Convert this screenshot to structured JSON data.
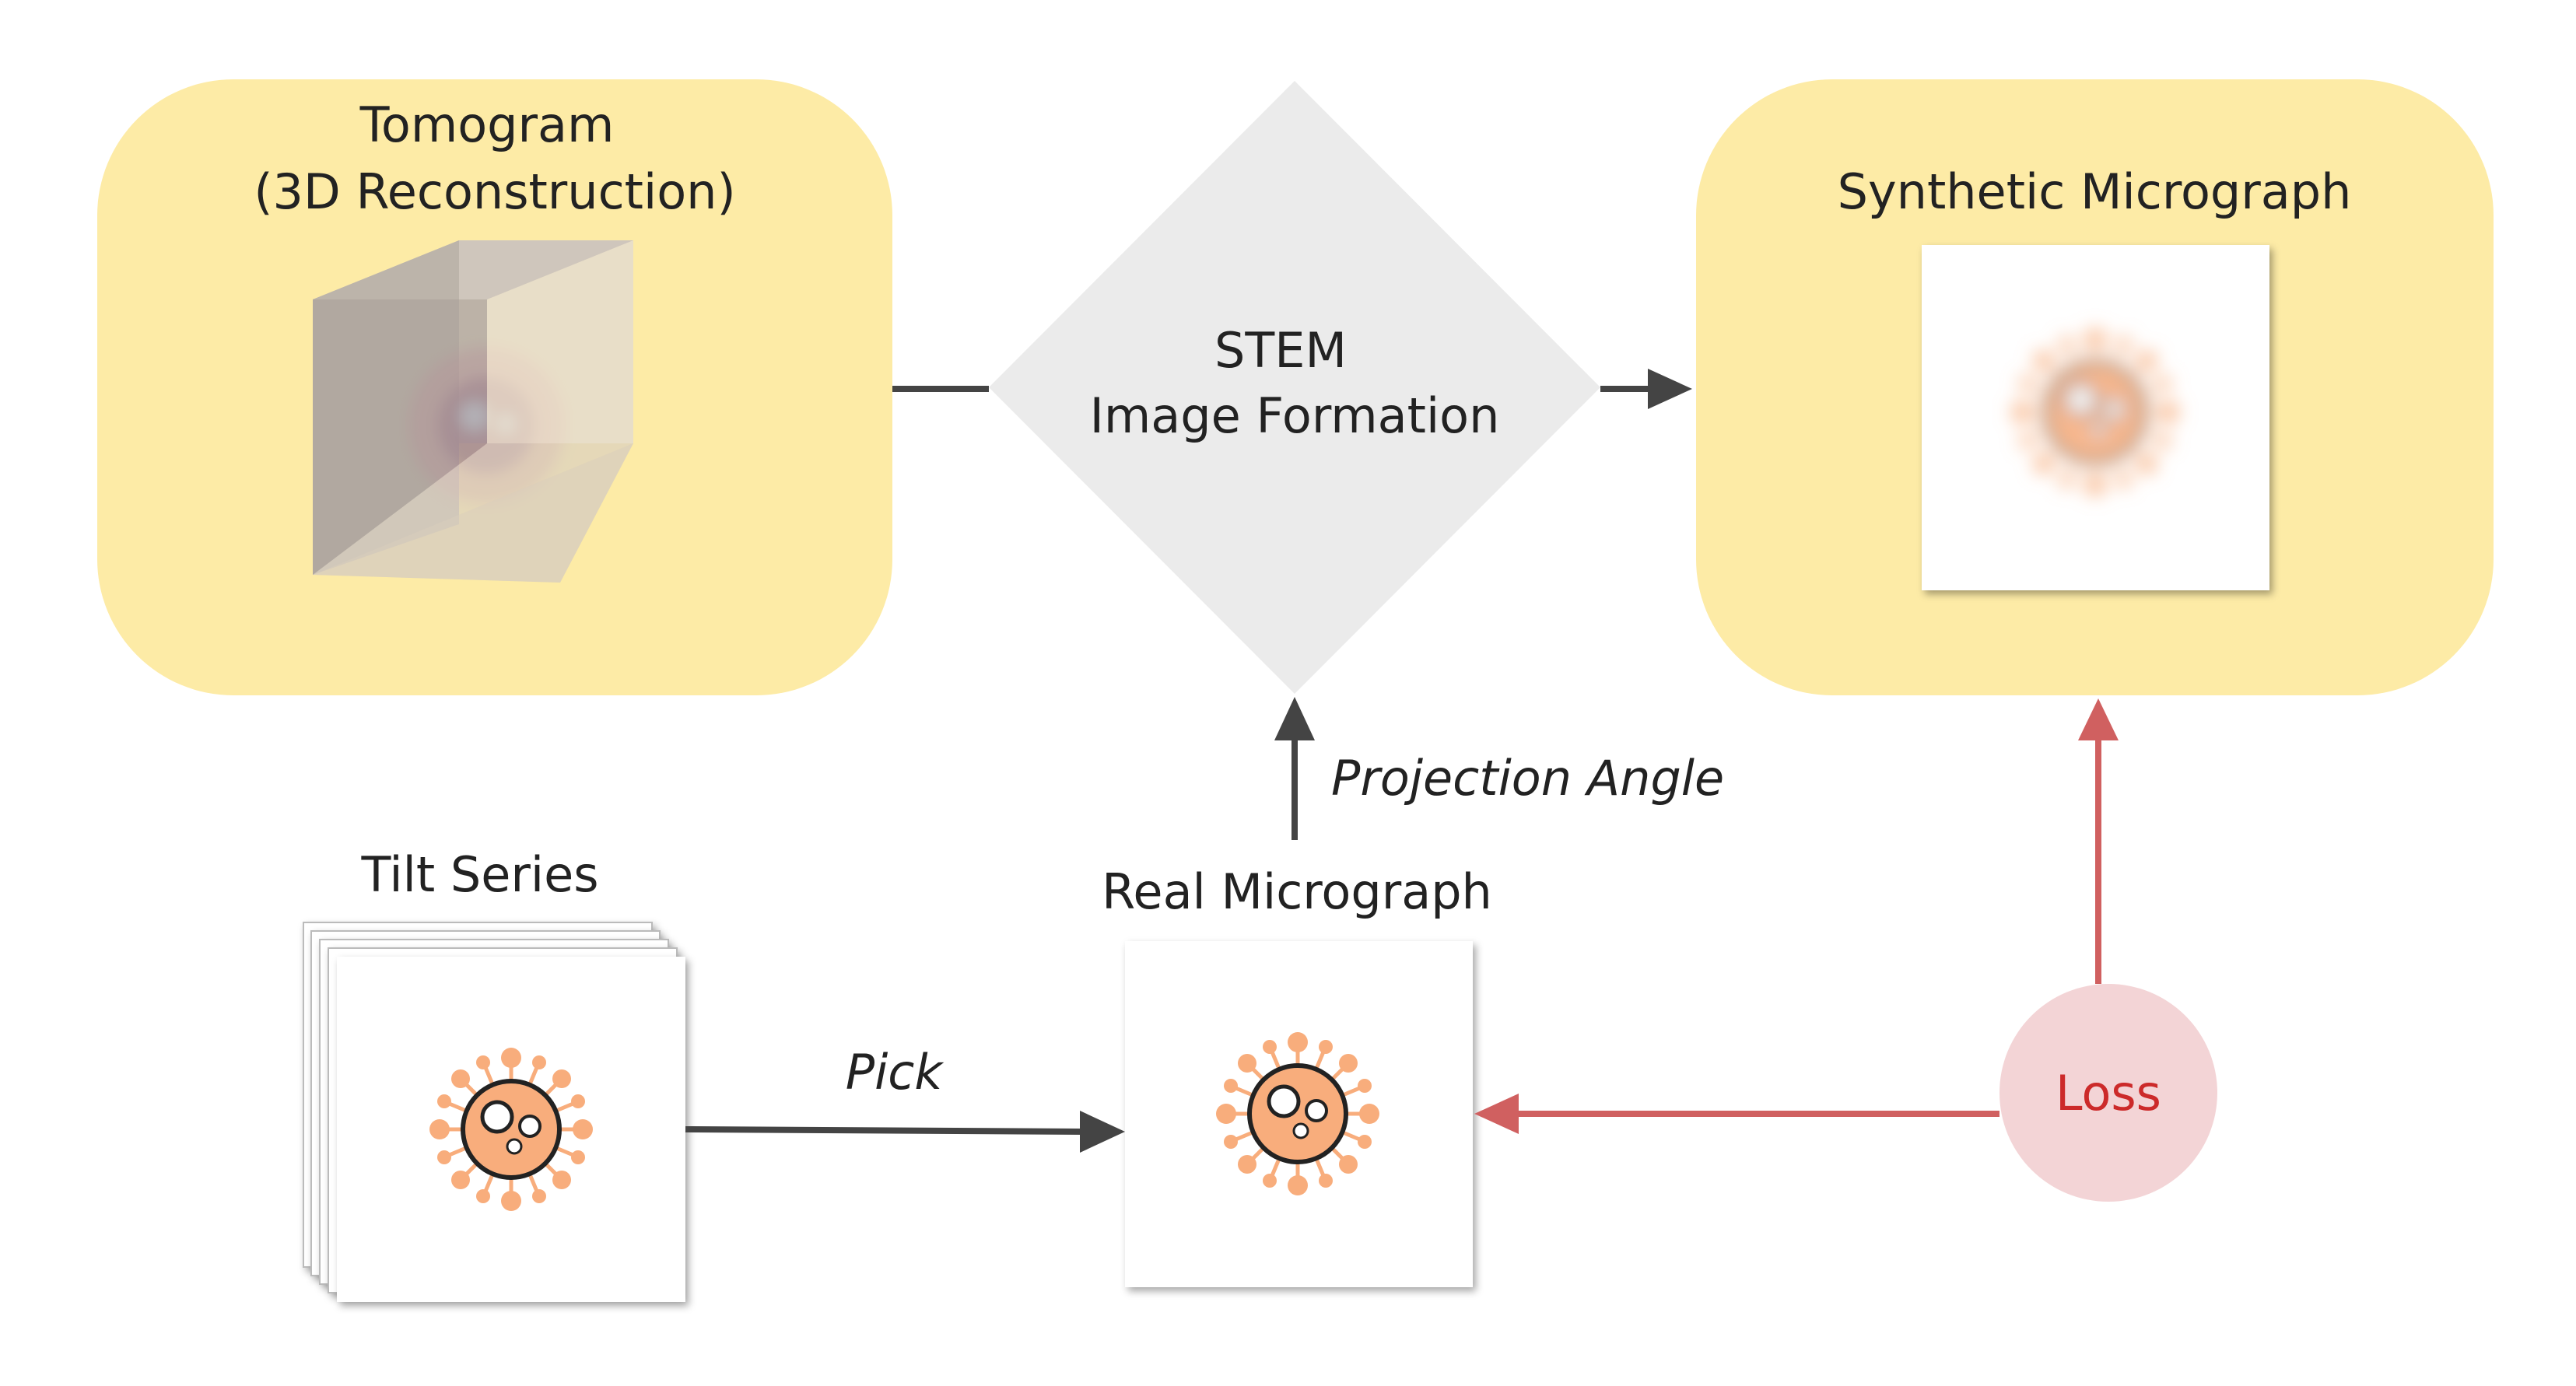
{
  "tomogram": {
    "title_line1": "Tomogram",
    "title_line2": "(3D Reconstruction)"
  },
  "stem": {
    "line1": "STEM",
    "line2": "Image Formation"
  },
  "synthetic": {
    "title": "Synthetic Micrograph"
  },
  "tilt_series": {
    "title": "Tilt Series"
  },
  "real_micrograph": {
    "title": "Real Micrograph"
  },
  "edges": {
    "projection_angle": "Projection Angle",
    "pick": "Pick"
  },
  "loss": {
    "label": "Loss"
  },
  "colors": {
    "panel_fill": "#fdeba6",
    "diamond_fill": "#ebebeb",
    "arrow_dark": "#444444",
    "arrow_red": "#d06060",
    "loss_fill": "#f3d4d6",
    "loss_text": "#cc2a2a",
    "virus_fill": "#f8ad7c",
    "virus_stroke": "#222222"
  }
}
